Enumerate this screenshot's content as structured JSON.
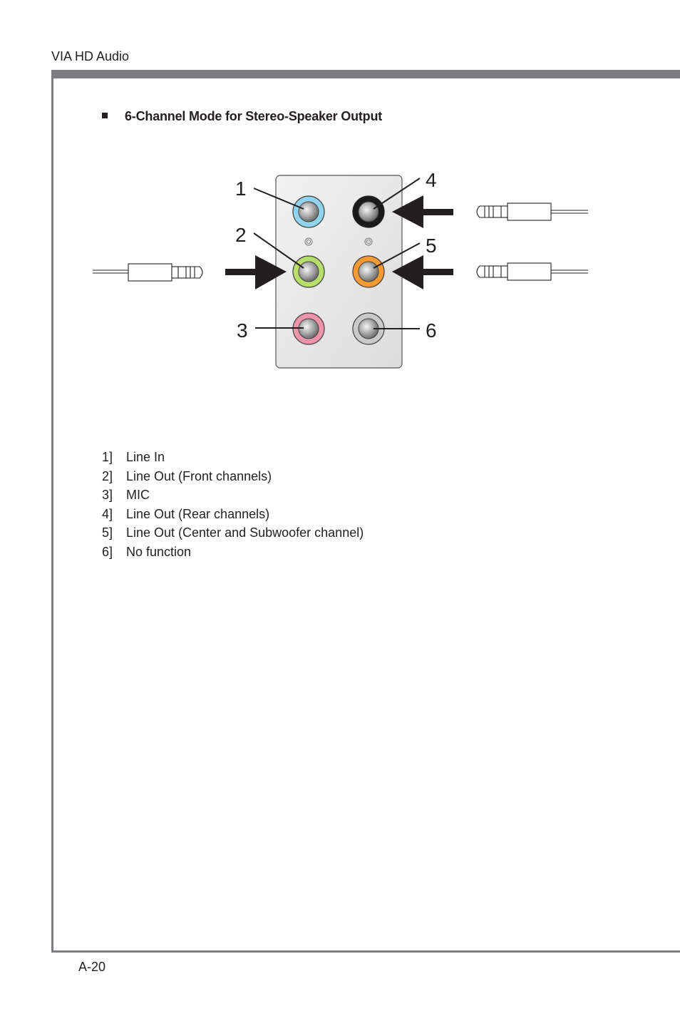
{
  "header": {
    "title": "VIA HD Audio"
  },
  "section": {
    "heading": "6-Channel Mode for Stereo-Speaker Output"
  },
  "diagram": {
    "callouts": [
      "1",
      "2",
      "3",
      "4",
      "5",
      "6"
    ],
    "jack_colors": {
      "line_in": "#8fd3ef",
      "front_out": "#b7dd6a",
      "mic": "#ee93ac",
      "rear_out": "#1a1a1a",
      "center_sub_out": "#f39a32",
      "no_function": "#c8c9ca"
    }
  },
  "legend": [
    {
      "num": "1]",
      "label": "Line In"
    },
    {
      "num": "2]",
      "label": "Line Out (Front channels)"
    },
    {
      "num": "3]",
      "label": "MIC"
    },
    {
      "num": "4]",
      "label": "Line Out (Rear channels)"
    },
    {
      "num": "5]",
      "label": "Line Out (Center and Subwoofer channel)"
    },
    {
      "num": "6]",
      "label": "No function"
    }
  ],
  "footer": {
    "page_number": "A-20"
  }
}
